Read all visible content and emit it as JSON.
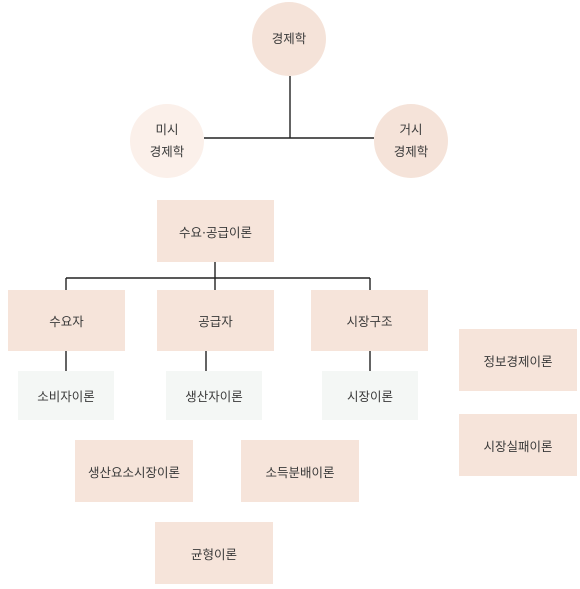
{
  "nodes": {
    "economics": "경제학",
    "micro": [
      "미시",
      "경제학"
    ],
    "macro": [
      "거시",
      "경제학"
    ],
    "supply_demand": "수요·공급이론",
    "consumer": "수요자",
    "producer": "공급자",
    "market_structure": "시장구조",
    "consumer_theory": "소비자이론",
    "production_theory": "생산자이론",
    "market_theory": "시장이론",
    "factor_market_theory": "생산요소시장이론",
    "income_distribution_theory": "소득분배이론",
    "equilibrium_theory": "균형이론",
    "information_economics": "정보경제이론",
    "market_failure_theory": "시장실패이론"
  },
  "colors": {
    "node_fill": "#f6e4da",
    "node_fill_light": "#fbf0ea",
    "leaf_fill": "#f4f7f5",
    "line": "#222222",
    "text": "#3a3a3a"
  }
}
